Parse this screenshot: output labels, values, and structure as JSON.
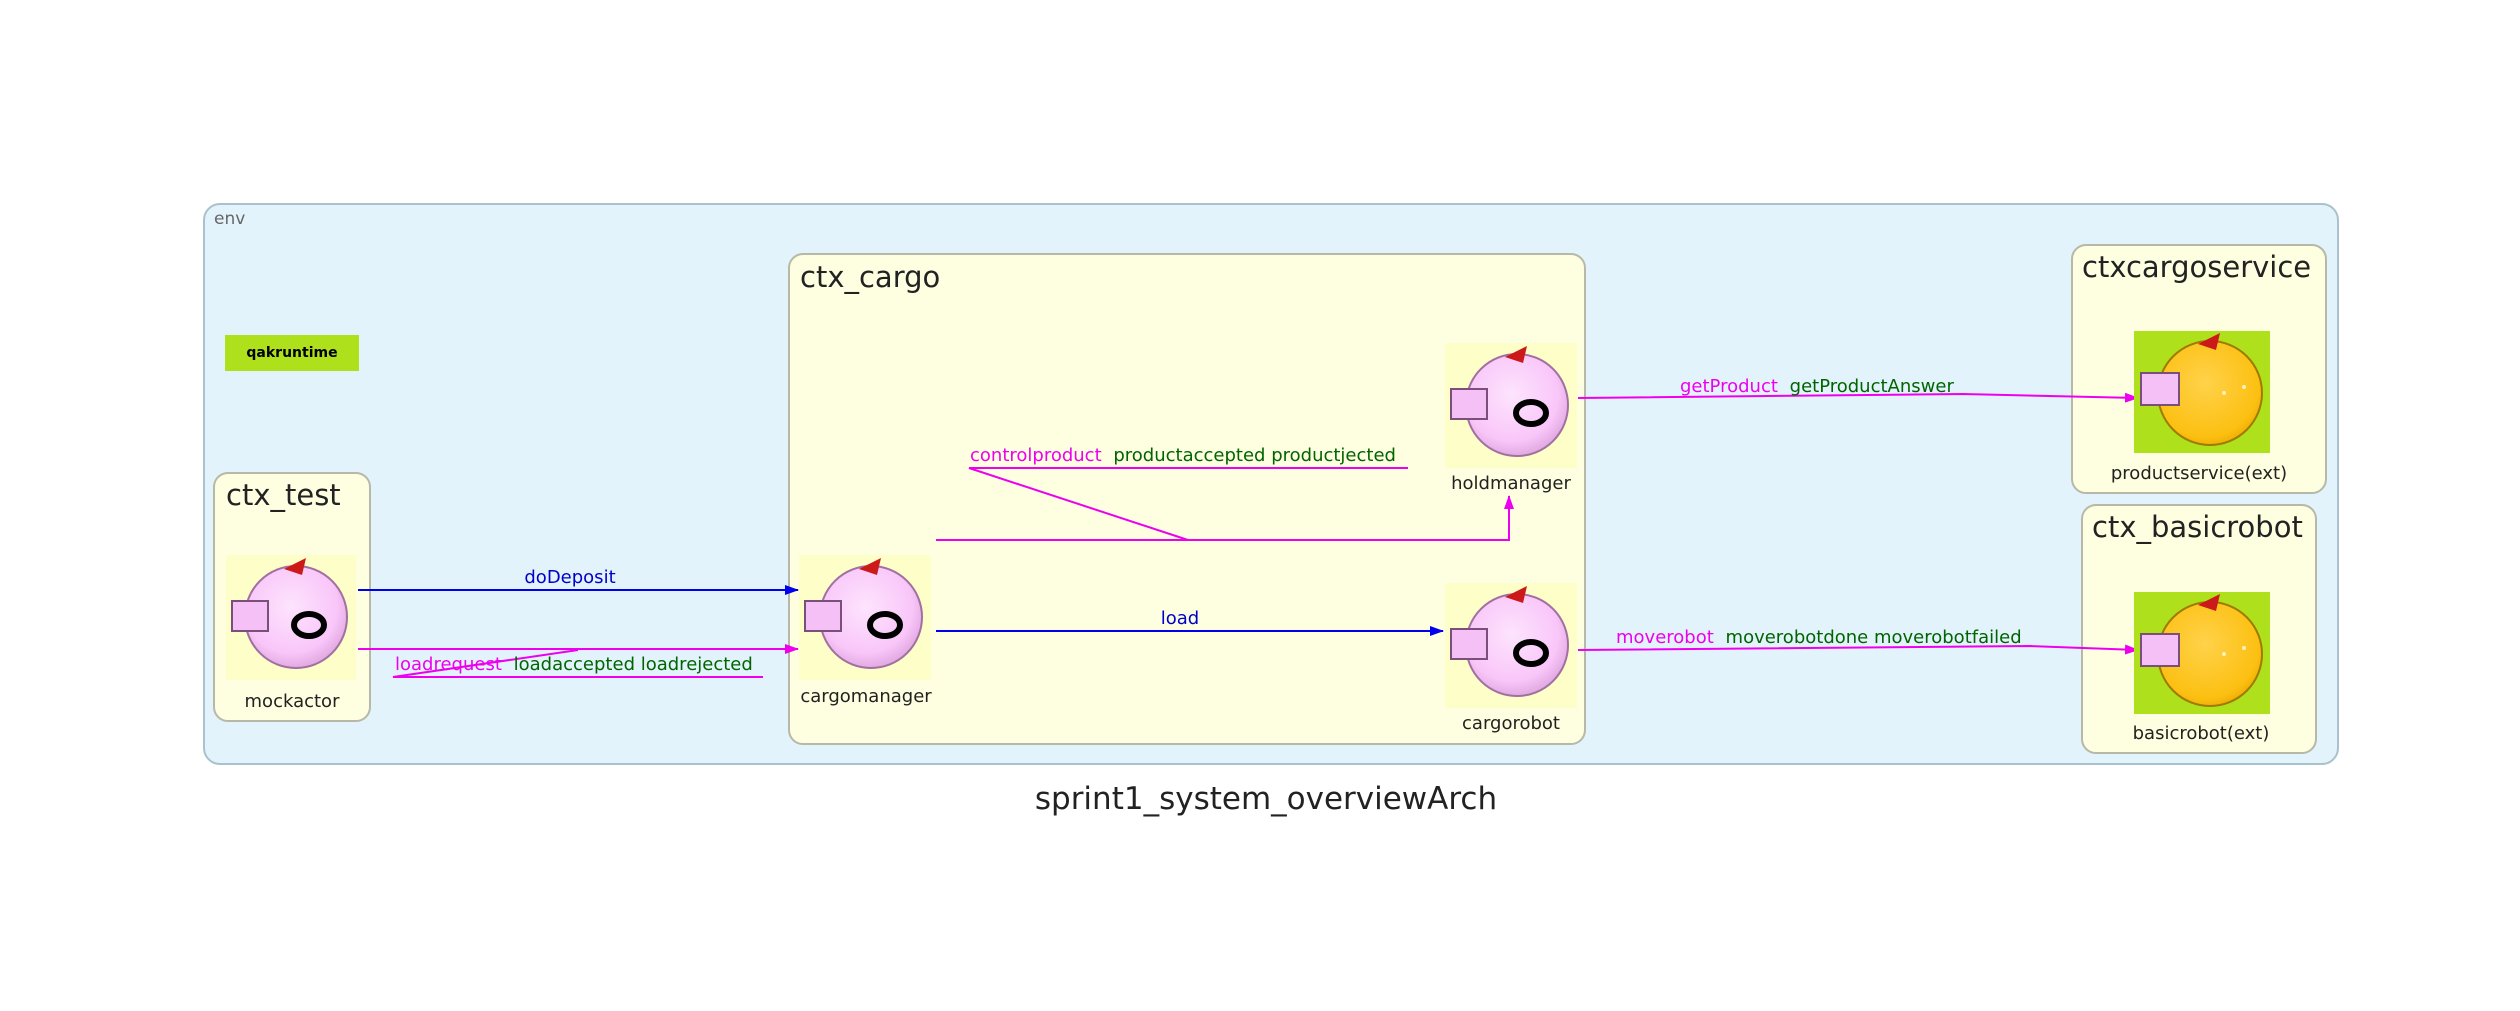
{
  "diagram": {
    "title": "sprint1_system_overviewArch",
    "environment_label": "env",
    "runtime_badge": "qakruntime",
    "contexts": [
      {
        "id": "ctx_test",
        "label": "ctx_test"
      },
      {
        "id": "ctx_cargo",
        "label": "ctx_cargo"
      },
      {
        "id": "ctxcargoservice",
        "label": "ctxcargoservice"
      },
      {
        "id": "ctx_basicrobot",
        "label": "ctx_basicrobot"
      }
    ],
    "actors": [
      {
        "id": "mockactor",
        "label": "mockactor",
        "context": "ctx_test",
        "external": false
      },
      {
        "id": "cargomanager",
        "label": "cargomanager",
        "context": "ctx_cargo",
        "external": false
      },
      {
        "id": "holdmanager",
        "label": "holdmanager",
        "context": "ctx_cargo",
        "external": false
      },
      {
        "id": "cargorobot",
        "label": "cargorobot",
        "context": "ctx_cargo",
        "external": false
      },
      {
        "id": "productservice",
        "label": "productservice(ext)",
        "context": "ctxcargoservice",
        "external": true
      },
      {
        "id": "basicrobot",
        "label": "basicrobot(ext)",
        "context": "ctx_basicrobot",
        "external": true
      }
    ],
    "edges": [
      {
        "id": "dodeposit",
        "from": "mockactor",
        "to": "cargomanager",
        "kind": "dispatch",
        "label": "doDeposit"
      },
      {
        "id": "loadrequest",
        "from": "mockactor",
        "to": "cargomanager",
        "kind": "request",
        "request": "loadrequest",
        "replies": "loadaccepted loadrejected"
      },
      {
        "id": "controlproduct",
        "from": "cargomanager",
        "to": "holdmanager",
        "kind": "request",
        "request": "controlproduct",
        "replies": "productaccepted productjected"
      },
      {
        "id": "load",
        "from": "cargomanager",
        "to": "cargorobot",
        "kind": "dispatch",
        "label": "load"
      },
      {
        "id": "getproduct",
        "from": "holdmanager",
        "to": "productservice",
        "kind": "request",
        "request": "getProduct",
        "replies": "getProductAnswer"
      },
      {
        "id": "moverobot",
        "from": "cargorobot",
        "to": "basicrobot",
        "kind": "request",
        "request": "moverobot",
        "replies": "moverobotdone moverobotfailed"
      }
    ],
    "colors": {
      "env_fill": "#e2f3fb",
      "env_stroke": "#a9c2cc",
      "context_fill": "#fefee0",
      "context_stroke": "#b8b8a8",
      "actor_fill": "#f9c6f9",
      "external_fill": "#fcc012",
      "external_box": "#aee01c",
      "badge_fill": "#aee01c",
      "dispatch": "#0000ee",
      "request": "#ee00ee",
      "reply_text": "#006400"
    }
  }
}
